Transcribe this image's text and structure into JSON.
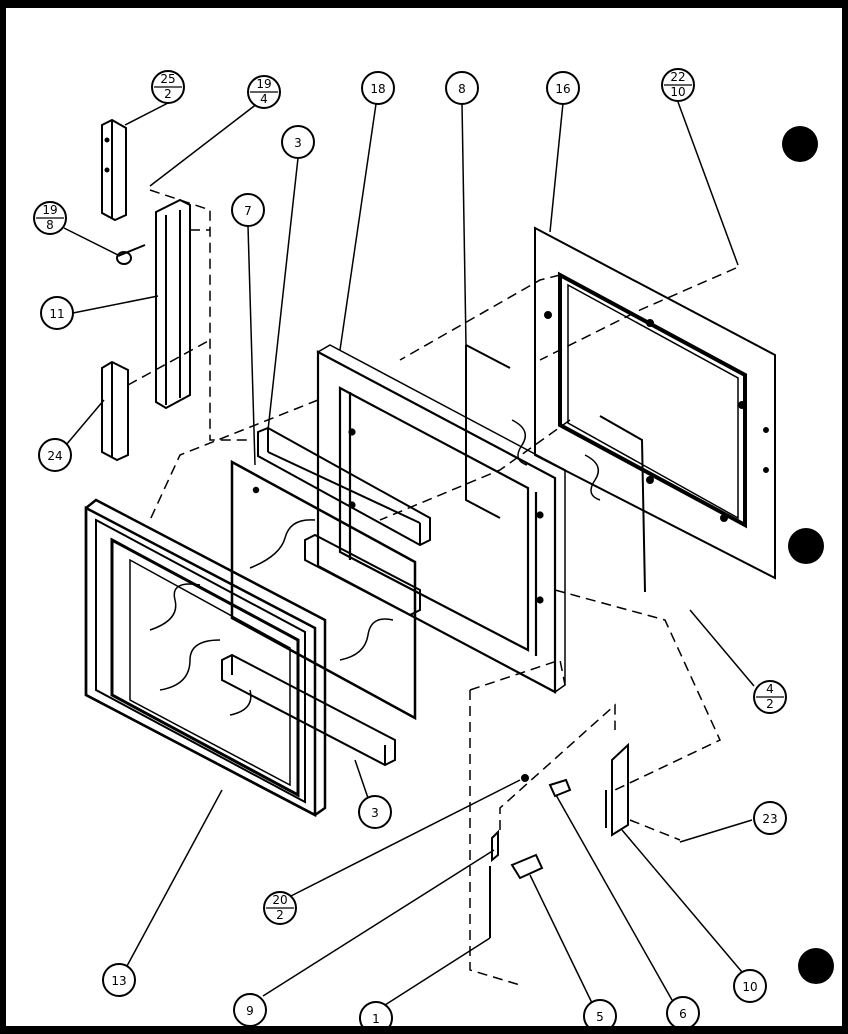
{
  "diagram": {
    "callouts": [
      {
        "id": "c25",
        "num": "25",
        "den": "2"
      },
      {
        "id": "c19a",
        "num": "19",
        "den": "4"
      },
      {
        "id": "c18",
        "label": "18"
      },
      {
        "id": "c8",
        "label": "8"
      },
      {
        "id": "c16",
        "label": "16"
      },
      {
        "id": "c22",
        "num": "22",
        "den": "10"
      },
      {
        "id": "c3a",
        "label": "3"
      },
      {
        "id": "c7",
        "label": "7"
      },
      {
        "id": "c19b",
        "num": "19",
        "den": "8"
      },
      {
        "id": "c11",
        "label": "11"
      },
      {
        "id": "c24",
        "label": "24"
      },
      {
        "id": "c4",
        "num": "4",
        "den": "2"
      },
      {
        "id": "c3b",
        "label": "3"
      },
      {
        "id": "c23",
        "label": "23"
      },
      {
        "id": "c20",
        "num": "20",
        "den": "2"
      },
      {
        "id": "c13",
        "label": "13"
      },
      {
        "id": "c9",
        "label": "9"
      },
      {
        "id": "c1",
        "label": "1"
      },
      {
        "id": "c5",
        "label": "5"
      },
      {
        "id": "c6",
        "label": "6"
      },
      {
        "id": "c10",
        "label": "10"
      }
    ]
  }
}
